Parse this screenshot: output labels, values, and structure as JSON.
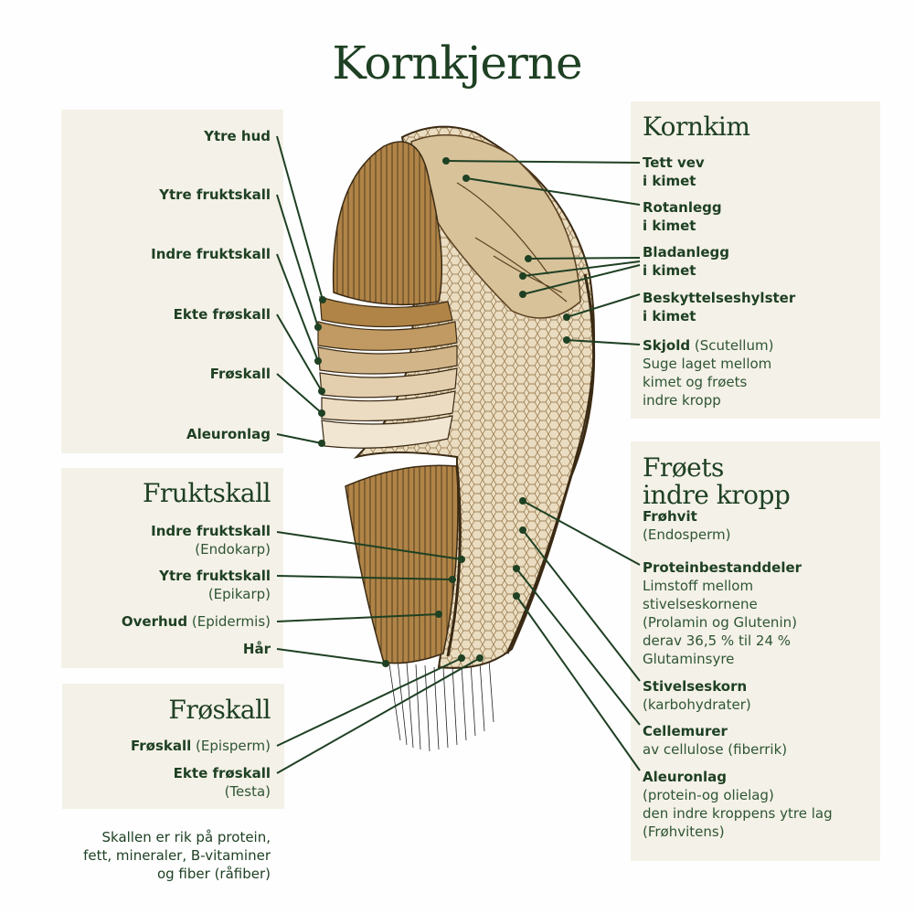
{
  "title": "Kornkjerne",
  "left_top": {
    "labels": [
      "Ytre hud",
      "Ytre fruktskall",
      "Indre fruktskall",
      "Ekte frøskall",
      "Frøskall",
      "Aleuronlag"
    ]
  },
  "fruktskall": {
    "heading": "Fruktskall",
    "items": [
      {
        "name": "Indre fruktskall",
        "sub": "(Endokarp)"
      },
      {
        "name": "Ytre fruktskall",
        "sub": "(Epikarp)"
      },
      {
        "name": "Overhud",
        "sub": "(Epidermis)"
      },
      {
        "name": "Hår"
      }
    ]
  },
  "froskall": {
    "heading": "Frøskall",
    "items": [
      {
        "name": "Frøskall",
        "sub": "(Episperm)"
      },
      {
        "name": "Ekte frøskall",
        "sub": "(Testa)"
      }
    ]
  },
  "note": [
    "Skallen er rik på protein,",
    "fett, mineraler, B-vitaminer",
    "og fiber (råfiber)"
  ],
  "kornkim": {
    "heading": "Kornkim",
    "items": [
      {
        "lines": [
          "Tett vev",
          "i kimet"
        ]
      },
      {
        "lines": [
          "Rotanlegg",
          "i kimet"
        ]
      },
      {
        "lines": [
          "Bladanlegg",
          "i kimet"
        ]
      },
      {
        "lines": [
          "Beskyttelseshylster",
          "i kimet"
        ]
      },
      {
        "name": "Skjold",
        "sub": "(Scutellum)",
        "desc": [
          "Suge laget mellom",
          "kimet og frøets",
          "indre kropp"
        ]
      }
    ]
  },
  "frokropp": {
    "heading": [
      "Frøets",
      "indre kropp"
    ],
    "items": [
      {
        "name": "Frøhvit",
        "desc": [
          "(Endosperm)"
        ]
      },
      {
        "name": "Proteinbestanddeler",
        "desc": [
          "Limstoff mellom",
          "stivelseskornene",
          "(Prolamin og Glutenin)",
          "derav 36,5 % til 24 %",
          "Glutaminsyre"
        ]
      },
      {
        "name": "Stivelseskorn",
        "desc": [
          "(karbohydrater)"
        ]
      },
      {
        "name": "Cellemurer",
        "desc": [
          "av cellulose (fiberrik)"
        ]
      },
      {
        "name": "Aleuronlag",
        "desc": [
          "(protein-og olielag)",
          "den indre kroppens ytre lag",
          "(Frøhvitens)"
        ]
      }
    ]
  },
  "colors": {
    "accent": "#1e4023",
    "panel": "#f4f1e8",
    "hull": "#b08447",
    "endosperm": "#eadcc0"
  }
}
